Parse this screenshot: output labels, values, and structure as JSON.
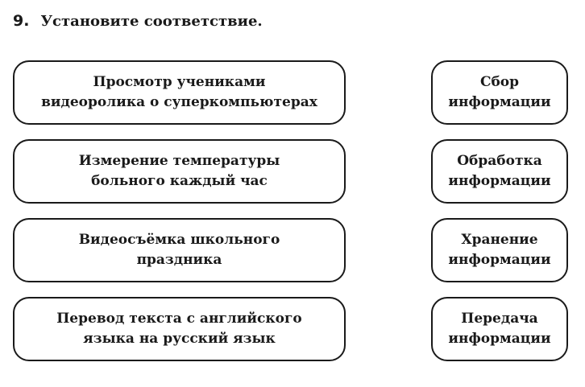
{
  "task": {
    "number": "9.",
    "instruction": "Установите соответствие."
  },
  "left_column": [
    {
      "lines": [
        "Просмотр учениками",
        "видеоролика о суперкомпьютерах"
      ]
    },
    {
      "lines": [
        "Измерение температуры",
        "больного каждый час"
      ]
    },
    {
      "lines": [
        "Видеосъёмка школьного",
        "праздника"
      ]
    },
    {
      "lines": [
        "Перевод текста с английского",
        "языка на русский язык"
      ]
    }
  ],
  "right_column": [
    {
      "lines": [
        "Сбор",
        "информации"
      ]
    },
    {
      "lines": [
        "Обработка",
        "информации"
      ]
    },
    {
      "lines": [
        "Хранение",
        "информации"
      ]
    },
    {
      "lines": [
        "Передача",
        "информации"
      ]
    }
  ]
}
